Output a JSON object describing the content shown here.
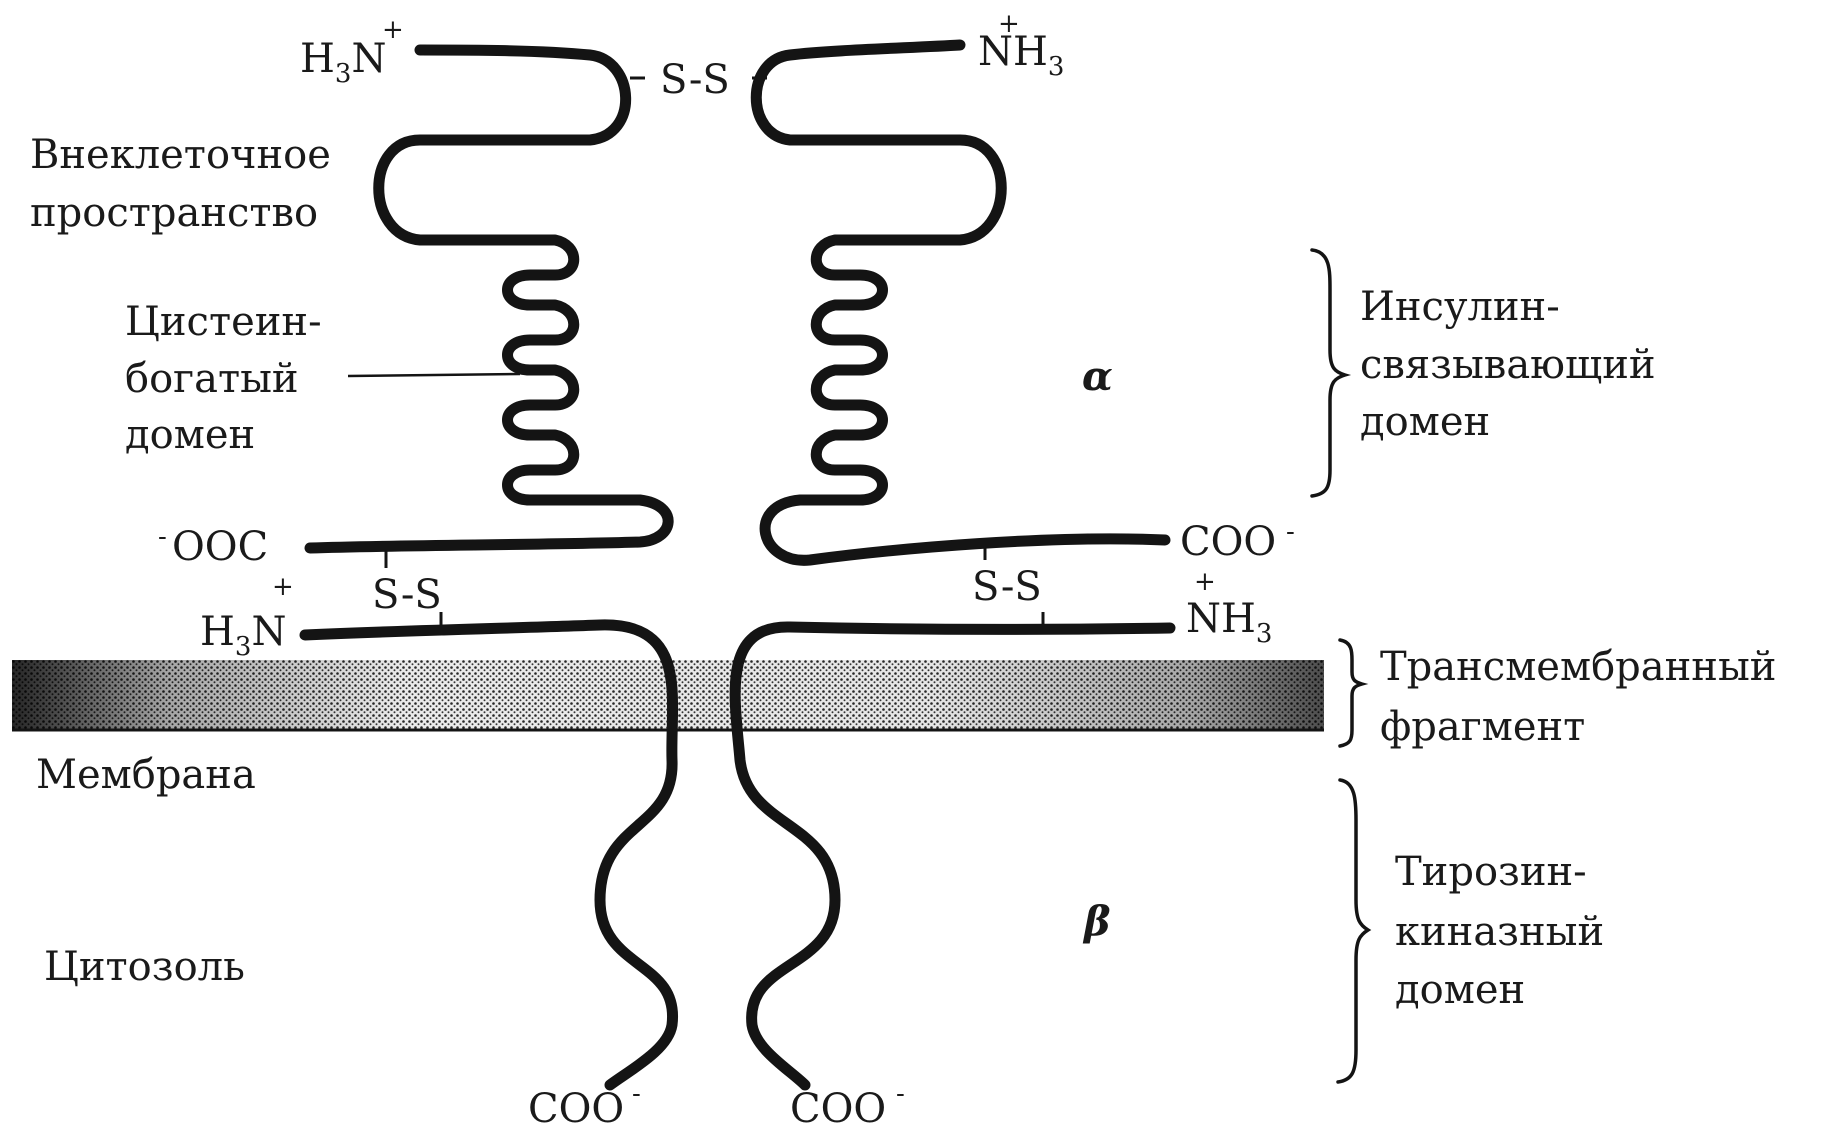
{
  "labels": {
    "extracellular_line1": "Внеклеточное",
    "extracellular_line2": "пространство",
    "cys_line1": "Цистеин-",
    "cys_line2": "богатый",
    "cys_line3": "домен",
    "membrane": "Мембрана",
    "cytosol": "Цитозоль",
    "alpha": "α",
    "beta": "β",
    "insulin_line1": "Инсулин-",
    "insulin_line2": "связывающий",
    "insulin_line3": "домен",
    "transmembrane_line1": "Трансмембранный",
    "transmembrane_line2": "фрагмент",
    "tk_line1": "Тирозин-",
    "tk_line2": "киназный",
    "tk_line3": "домен"
  },
  "chem": {
    "h3n": "H",
    "sub3": "3",
    "n": "N",
    "nh": "NH",
    "plus": "+",
    "minus": "-",
    "ss": "S-S",
    "ooc": "OOC",
    "coo": "COO"
  },
  "colors": {
    "ink": "#141414",
    "membrane_fill": "#8a8a8a"
  }
}
